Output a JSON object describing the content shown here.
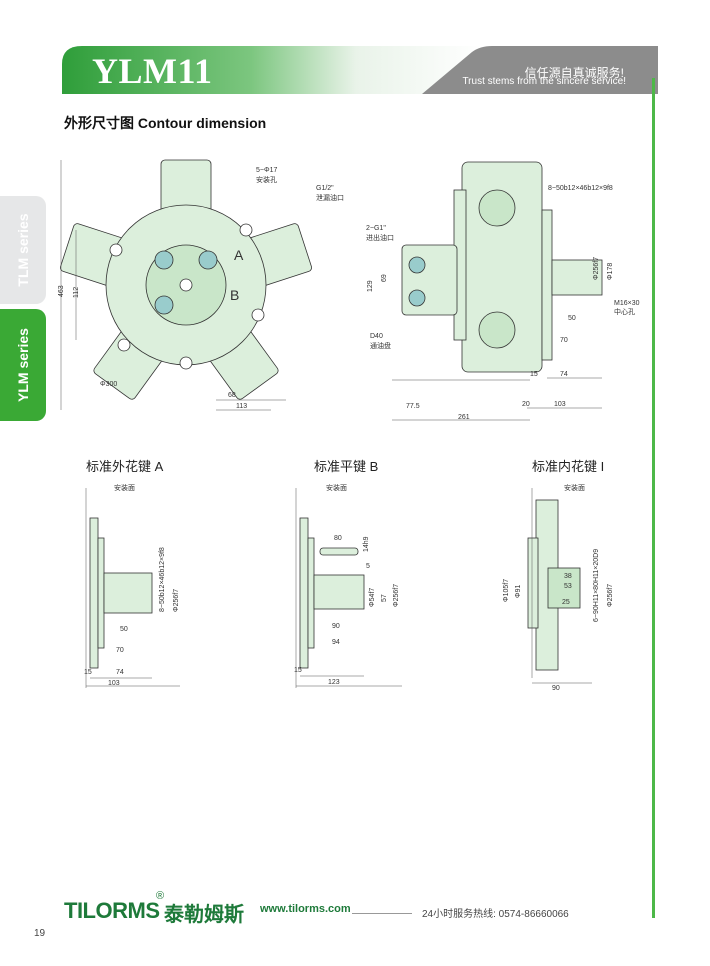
{
  "header": {
    "title": "YLM11",
    "slogan_cn": "信任源自真诚服务!",
    "slogan_en": "Trust stems from the sincere service!"
  },
  "side_tabs": [
    {
      "label": "TLM series",
      "active": false
    },
    {
      "label": "YLM series",
      "active": true
    }
  ],
  "section_title": "外形尺寸图  Contour dimension",
  "main_drawing": {
    "front_labels": {
      "holes": "5−Φ17",
      "holes_cn": "安装孔",
      "port": "G1/2\"",
      "port_cn": "泄漏油口",
      "dim_463": "463",
      "dim_112": "112",
      "dim_phi300": "Φ300",
      "dim_68": "68",
      "dim_113": "113",
      "mark_a": "A",
      "mark_b": "B"
    },
    "side_labels": {
      "spline": "8−50b12×46b12×9f8",
      "port": "2−G1\"",
      "port_cn": "进出油口",
      "dim_129": "129",
      "dim_69": "69",
      "d40": "D40",
      "d40_cn": "通油盘",
      "dim_178": "Φ178",
      "dim_256": "Φ256f7",
      "m16": "M16×30",
      "m16_cn": "中心孔",
      "dim_50": "50",
      "dim_70": "70",
      "dim_15": "15",
      "dim_74": "74",
      "dim_20": "20",
      "dim_103": "103",
      "dim_77_5": "77.5",
      "dim_261": "261"
    }
  },
  "shaft_a": {
    "title": "标准外花键 A",
    "mount": "安装面",
    "spline": "8−50b12×46b12×9f8",
    "phi": "Φ256f7",
    "d50": "50",
    "d70": "70",
    "d15": "15",
    "d74": "74",
    "d103": "103"
  },
  "shaft_b": {
    "title": "标准平键 B",
    "mount": "安装面",
    "d80": "80",
    "d14": "14h9",
    "d5": "5",
    "phi54": "Φ54f7",
    "d57": "57",
    "phi256": "Φ256f7",
    "d90": "90",
    "d94": "94",
    "d15": "15",
    "d123": "123"
  },
  "shaft_i": {
    "title": "标准内花键 I",
    "mount": "安装面",
    "phi105": "Φ105f7",
    "phi91": "Φ91",
    "d38": "38",
    "d53": "53",
    "d25": "25",
    "spline": "6−90H11×80H11×20D9",
    "phi256": "Φ256f7",
    "d90": "90"
  },
  "footer": {
    "logo": "TILORMS",
    "reg": "®",
    "logo_cn": "泰勒姆斯",
    "website": "www.tilorms.com",
    "hotline": "24小时服务热线:  0574-86660066",
    "page": "19"
  },
  "colors": {
    "brand_green": "#3aa935",
    "dark_green": "#1e7a3a",
    "part_fill": "#dcefdc",
    "header_gray": "#8a8a8a"
  }
}
